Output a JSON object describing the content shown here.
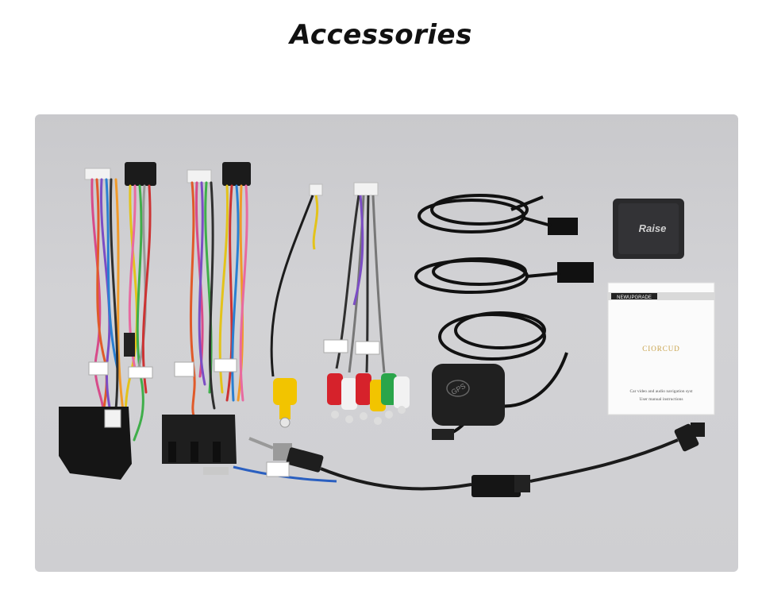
{
  "heading": "Accessories",
  "photo_text": {
    "box_brand": "Raise",
    "manual_banner": "NEWUPGRADE",
    "manual_logo": "CIORCUD",
    "manual_line1": "Car video and audio navigation syst",
    "manual_line2": "User manual instructions",
    "gps_label": "GPS"
  },
  "colors": {
    "heading": "#111111",
    "photo_background": "#cfcfd2",
    "rca_red": "#d6222b",
    "rca_white": "#f2f2f2",
    "rca_yellow": "#f2c400",
    "rca_green": "#2aa54a"
  }
}
